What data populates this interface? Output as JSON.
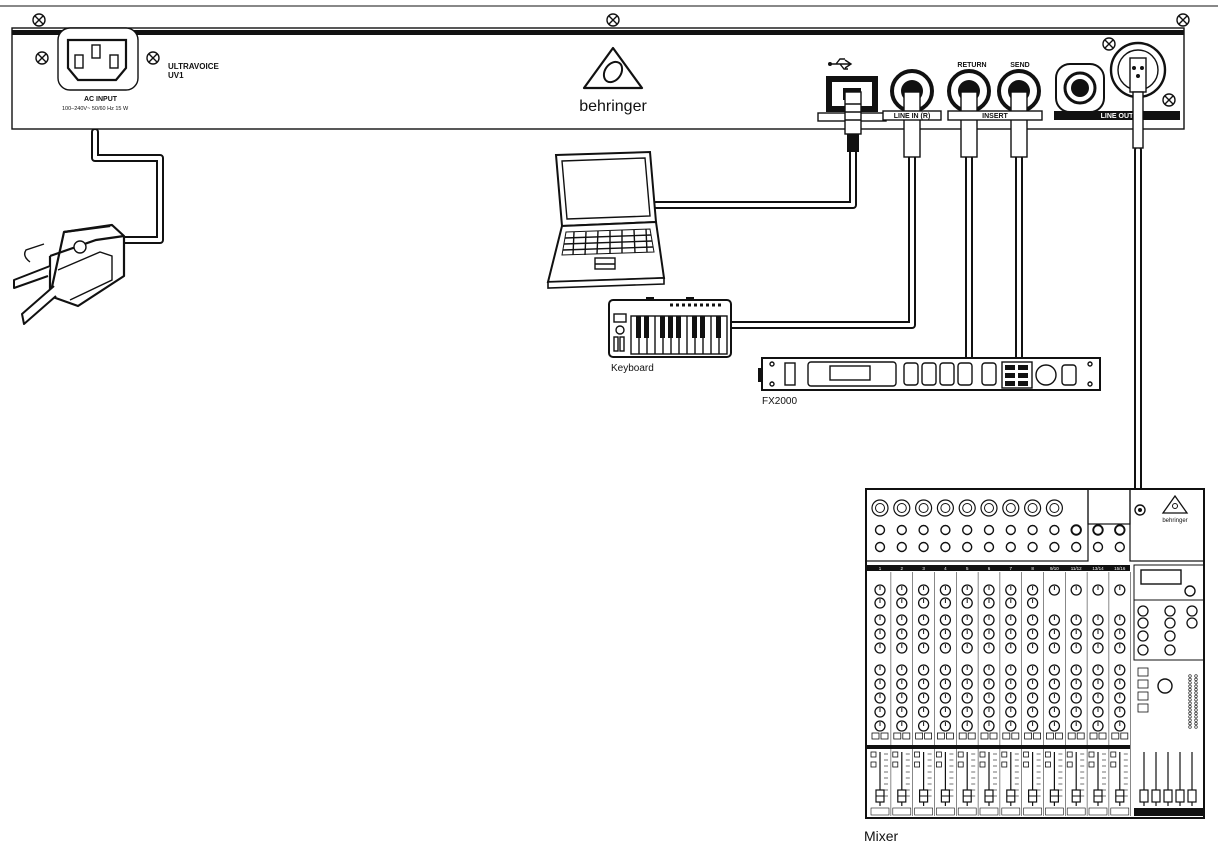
{
  "rear_panel": {
    "model_line1": "ULTRAVOICE",
    "model_line2": "UV1",
    "ac_input_label": "AC INPUT",
    "ac_input_spec": "100–240V~ 50/60 Hz 15 W",
    "brand": "behringer",
    "return_label": "RETURN",
    "send_label": "SEND",
    "insert_label": "INSERT",
    "line_in_label": "LINE IN (R)",
    "line_out_label": "LINE OUT"
  },
  "devices": {
    "keyboard": "Keyboard",
    "fx": "FX2000",
    "mixer": "Mixer"
  },
  "mixer_panel": {
    "brand": "behringer",
    "channel_labels": [
      "1",
      "2",
      "3",
      "4",
      "5",
      "6",
      "7",
      "8",
      "9/10",
      "11/12",
      "13/14",
      "15/16"
    ]
  },
  "icons": [
    "screw-icon",
    "usb-icon",
    "behringer-logo-icon",
    "power-plug-icon",
    "xlr-connector-icon",
    "jack-connector-icon"
  ]
}
